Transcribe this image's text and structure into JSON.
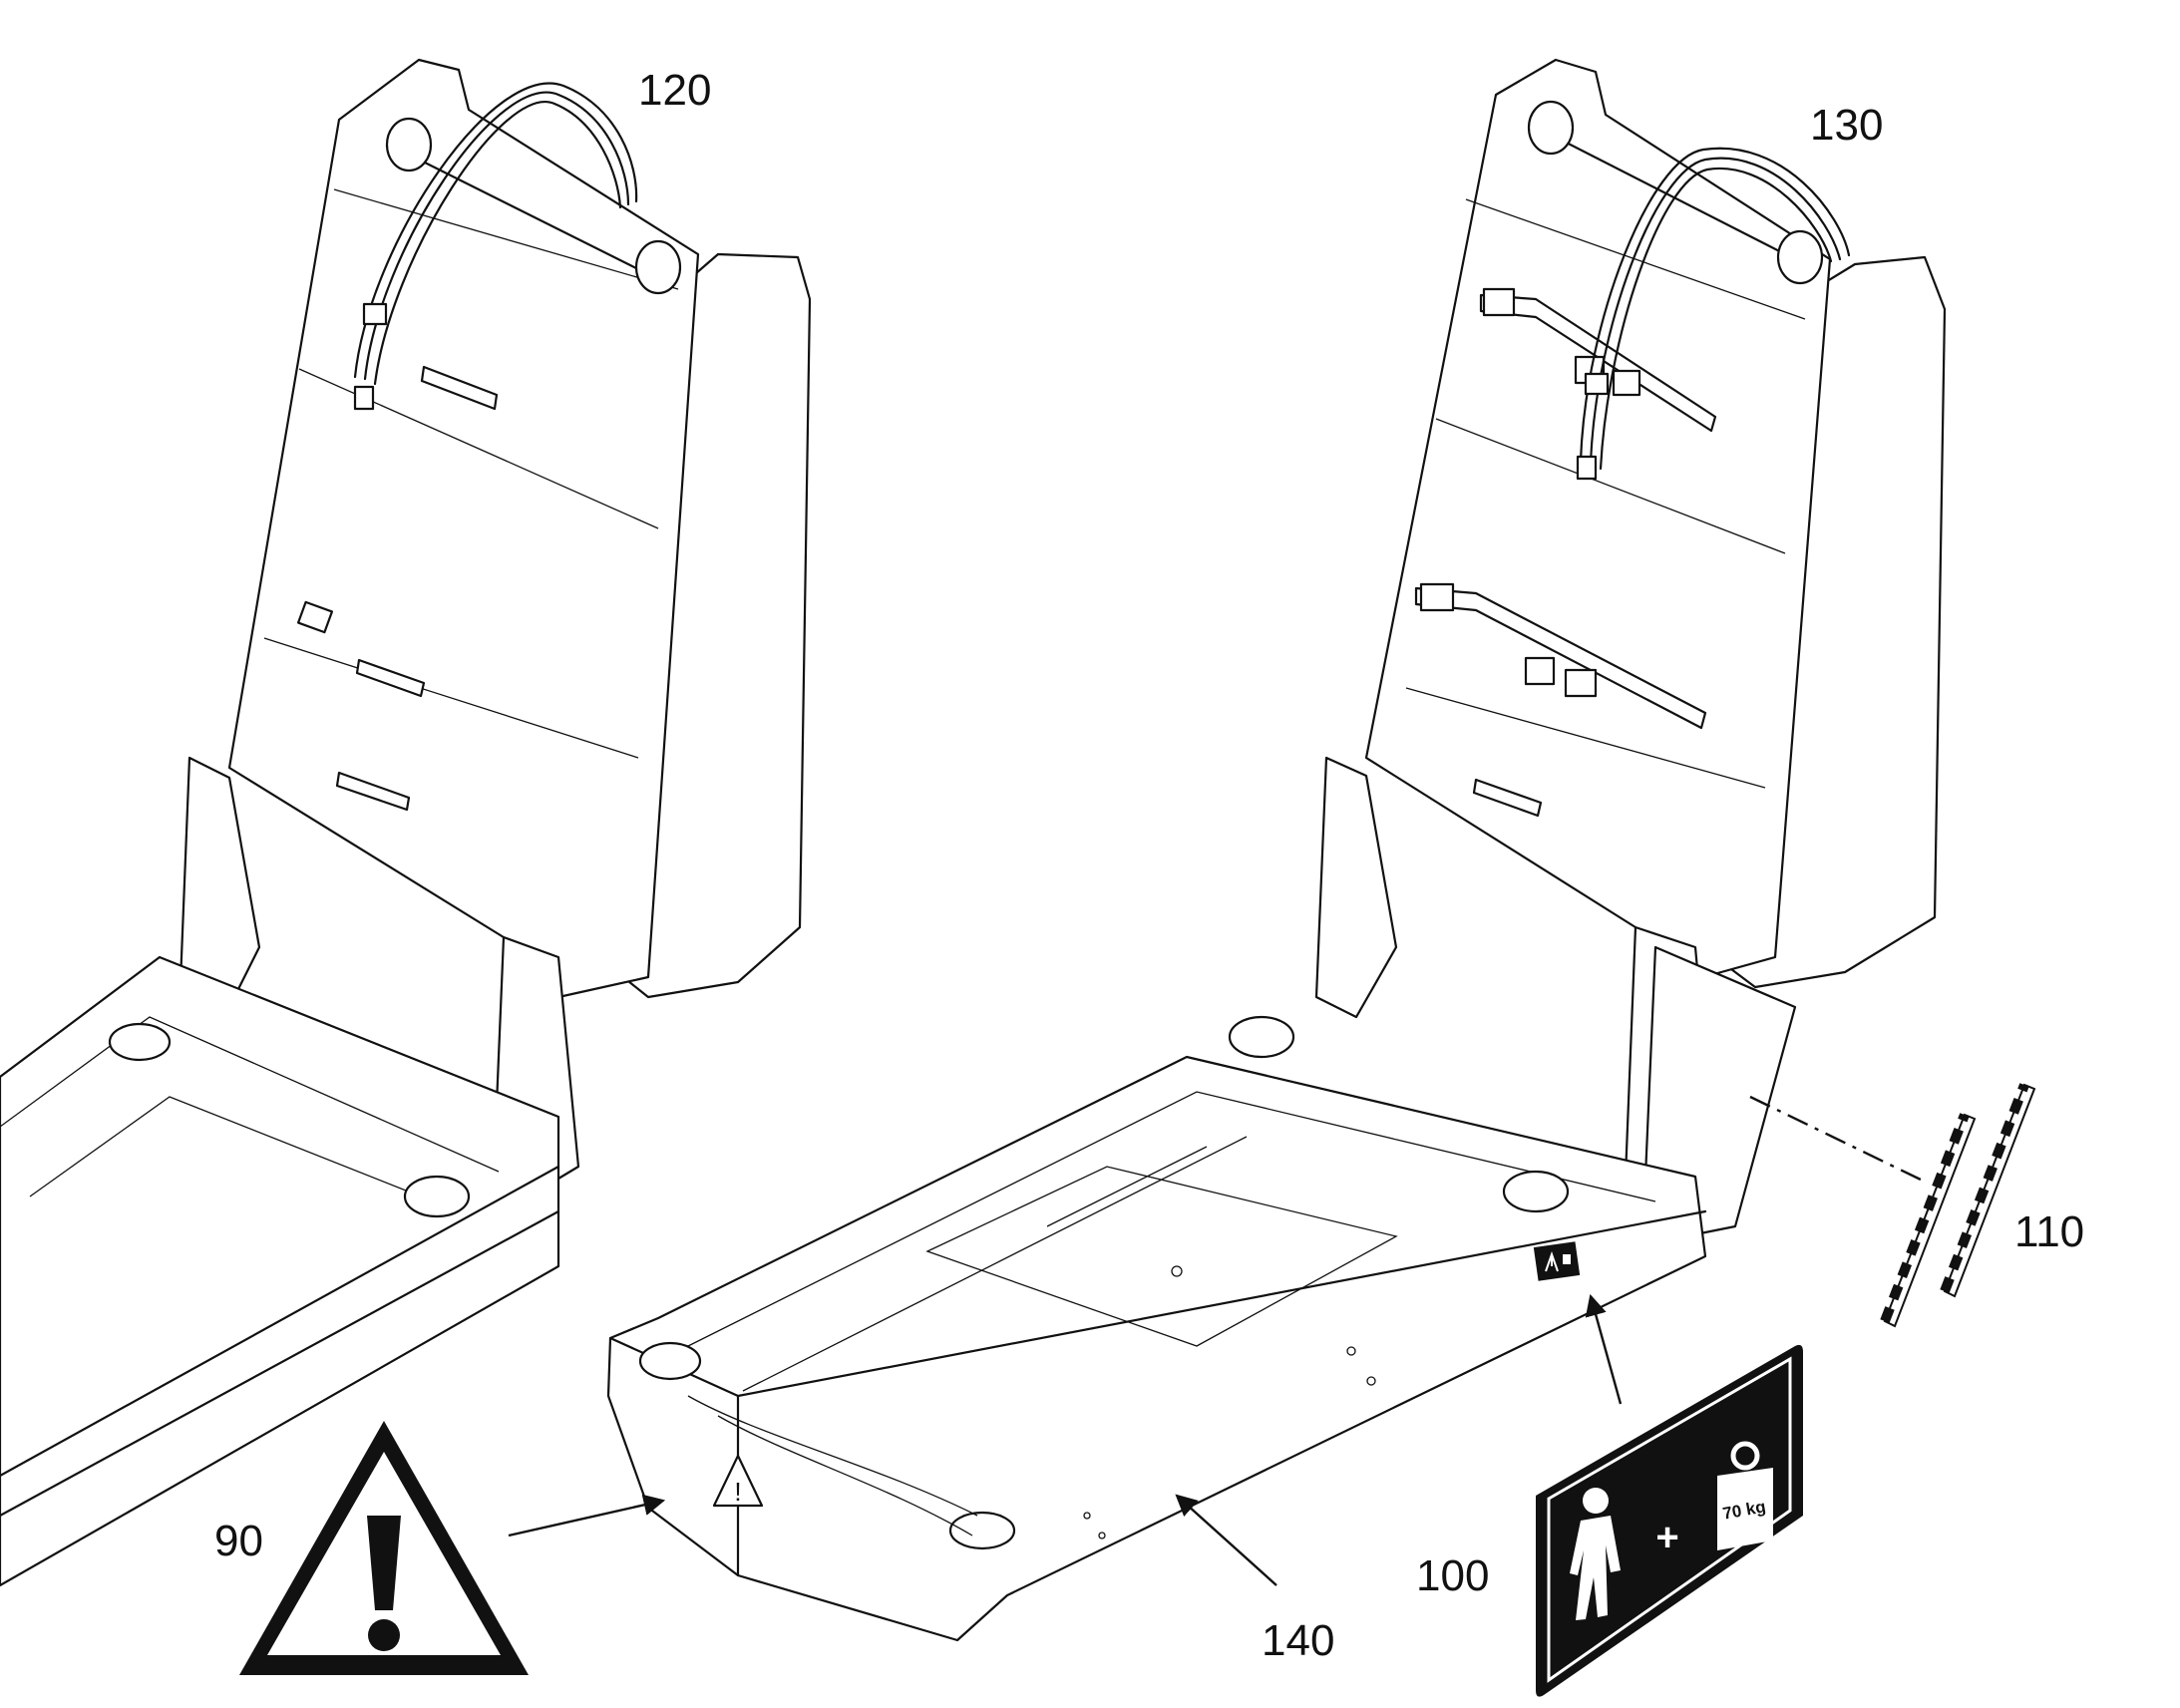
{
  "labels": {
    "ref_90": "90",
    "ref_100": "100",
    "ref_110": "110",
    "ref_120": "120",
    "ref_130": "130",
    "ref_140": "140"
  },
  "sign": {
    "plus": "+",
    "weight": "70 kg"
  },
  "colors": {
    "line": "#111111",
    "background": "#ffffff"
  }
}
